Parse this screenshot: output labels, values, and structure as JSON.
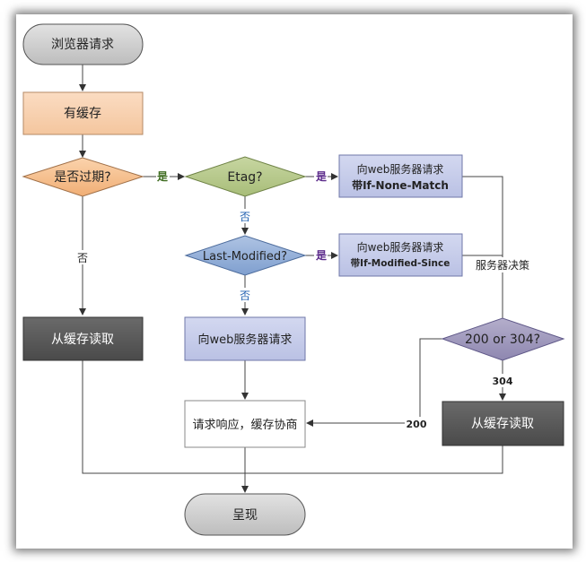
{
  "nodes": {
    "browser_request": "浏览器请求",
    "has_cache": "有缓存",
    "expired": "是否过期?",
    "etag": "Etag?",
    "req_if_none_match_l1": "向web服务器请求",
    "req_if_none_match_l2": "带If-None-Match",
    "last_modified": "Last-Modified?",
    "req_if_modified_since_l1": "向web服务器请求",
    "req_if_modified_since_l2": "带If-Modified-Since",
    "read_cache_left": "从缓存读取",
    "req_web_server": "向web服务器请求",
    "response_negotiate": "请求响应，缓存协商",
    "status_200_304": "200 or 304?",
    "read_cache_right": "从缓存读取",
    "render": "呈现"
  },
  "edges": {
    "yes_expired_etag": "是",
    "yes_etag_request": "是",
    "no_etag": "否",
    "yes_lastmod_request": "是",
    "no_lastmod": "否",
    "no_expired": "否",
    "server_decision": "服务器决策",
    "code_304": "304",
    "code_200": "200"
  },
  "colors": {
    "terminal_fill": "#cfcfcf",
    "orange_fill": "#f9d2b0",
    "green_fill": "#b7c98d",
    "blue_fill": "#98b3d8",
    "lavender_fill": "#c7cdea",
    "dark_fill": "#5b5b5b",
    "purple_fill": "#a29bbf"
  }
}
